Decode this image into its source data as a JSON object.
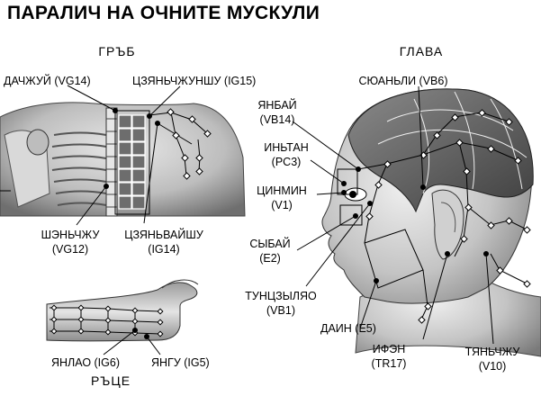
{
  "title": "ПАРАЛИЧ НА ОЧНИТЕ МУСКУЛИ",
  "sections": {
    "back": "ГРЪБ",
    "head": "ГЛАВА",
    "hands": "РЪЦЕ"
  },
  "points": {
    "vg14": "ДАЧЖУЙ (VG14)",
    "ig15": "ЦЗЯНЬЧЖУНШУ (IG15)",
    "vg12_a": "ШЭНЬЧЖУ",
    "vg12_b": "(VG12)",
    "ig14_a": "ЦЗЯНЬВАЙШУ",
    "ig14_b": "(IG14)",
    "ig6": "ЯНЛАО (IG6)",
    "ig5": "ЯНГУ (IG5)",
    "vb6": "СЮАНЬЛИ (VB6)",
    "vb14_a": "ЯНБАЙ",
    "vb14_b": "(VB14)",
    "pc3_a": "ИНЬТАН",
    "pc3_b": "(PC3)",
    "v1_a": "ЦИНМИН",
    "v1_b": "(V1)",
    "e2_a": "СЫБАЙ",
    "e2_b": "(E2)",
    "vb1_a": "ТУНЦЗЫЛЯО",
    "vb1_b": "(VB1)",
    "e5": "ДАИН (E5)",
    "tr17_a": "ИФЭН",
    "tr17_b": "(TR17)",
    "v10_a": "ТЯНЬЧЖУ",
    "v10_b": "(V10)"
  },
  "colors": {
    "ink": "#000000",
    "skin_shade": "#9a9a9a",
    "background": "#ffffff"
  }
}
